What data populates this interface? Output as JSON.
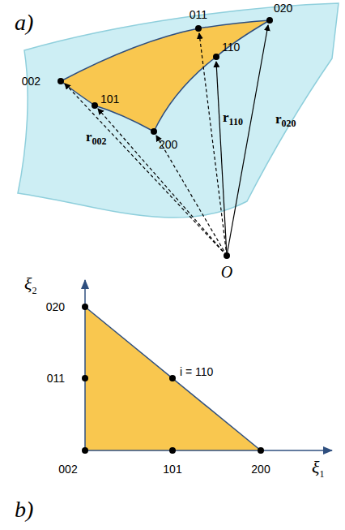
{
  "diagram": {
    "labels": [
      "a)",
      "002",
      "011",
      "020",
      "101",
      "110",
      "200",
      "r002",
      "r110",
      "r020",
      "O",
      "ξ2",
      "ξ1",
      "020",
      "011",
      "002",
      "101",
      "200",
      "i = 110",
      "b)"
    ]
  }
}
